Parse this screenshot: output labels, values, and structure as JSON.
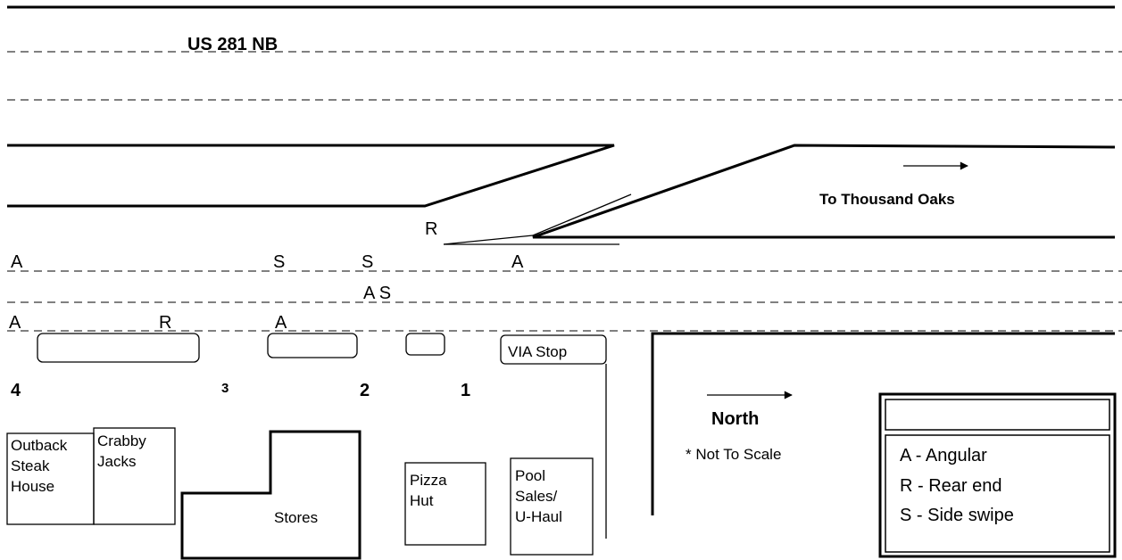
{
  "road_name": "US 281 NB",
  "direction_label": "To Thousand Oaks",
  "crash_markers": [
    {
      "id": "a1",
      "text": "A"
    },
    {
      "id": "s1",
      "text": "S"
    },
    {
      "id": "s2",
      "text": "S"
    },
    {
      "id": "a2",
      "text": "A"
    },
    {
      "id": "r1",
      "text": "R"
    },
    {
      "id": "as1",
      "text": "A S"
    },
    {
      "id": "a3",
      "text": "A"
    },
    {
      "id": "r2",
      "text": "R"
    },
    {
      "id": "a4",
      "text": "A"
    }
  ],
  "driveway_numbers": [
    "4",
    "3",
    "2",
    "1"
  ],
  "via_stop": "VIA Stop",
  "buildings": {
    "outback": "Outback Steak House",
    "crabby": "Crabby Jacks",
    "stores": "Stores",
    "pizza": "Pizza Hut",
    "pool": "Pool Sales/ U-Haul"
  },
  "north_label": "North",
  "scale_note": "* Not To Scale",
  "legend": {
    "title": "",
    "items": [
      "A - Angular",
      "R - Rear end",
      "S - Side swipe"
    ]
  },
  "icons": {
    "north_arrow": "arrow-right-icon",
    "direction_arrow": "arrow-right-icon"
  }
}
